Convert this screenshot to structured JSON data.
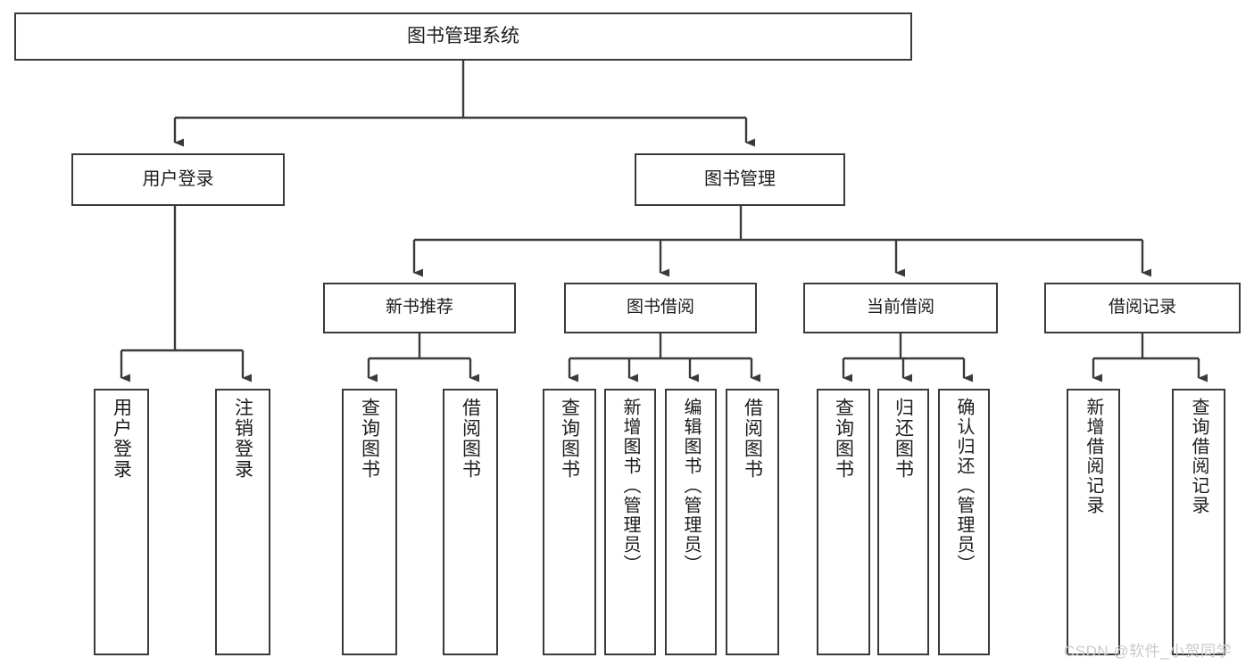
{
  "diagram": {
    "type": "tree-hierarchy-chart",
    "title": "图书管理系统",
    "line_color": "#3a3a3a",
    "box_fill": "#ffffff",
    "text_color": "#1c1c1c",
    "watermark": "CSDN @软件_小贺同学",
    "watermark_color": "#c9c9c9",
    "nodes": {
      "root": {
        "label": "图书管理系统"
      },
      "level2": [
        {
          "label": "用户登录"
        },
        {
          "label": "图书管理"
        }
      ],
      "level3": [
        {
          "label": "新书推荐"
        },
        {
          "label": "图书借阅"
        },
        {
          "label": "当前借阅"
        },
        {
          "label": "借阅记录"
        }
      ],
      "leaves_user_login": [
        {
          "label": "用户登录"
        },
        {
          "label": "注销登录"
        }
      ],
      "leaves_new_books": [
        {
          "label": "查询图书"
        },
        {
          "label": "借阅图书"
        }
      ],
      "leaves_borrow": [
        {
          "label": "查询图书"
        },
        {
          "label": "新增图书（管理员）"
        },
        {
          "label": "编辑图书（管理员）"
        },
        {
          "label": "借阅图书"
        }
      ],
      "leaves_current": [
        {
          "label": "查询图书"
        },
        {
          "label": "归还图书"
        },
        {
          "label": "确认归还（管理员）"
        }
      ],
      "leaves_records": [
        {
          "label": "新增借阅记录"
        },
        {
          "label": "查询借阅记录"
        }
      ]
    }
  }
}
